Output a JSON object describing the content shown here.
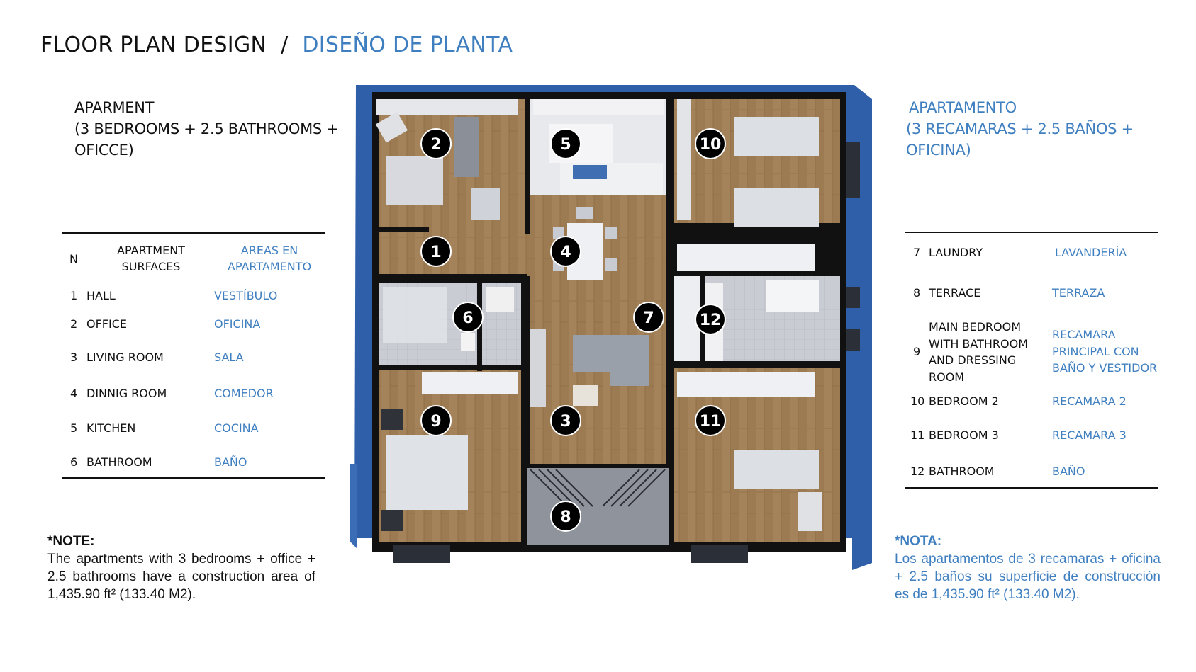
{
  "title": {
    "en": "FLOOR PLAN DESIGN",
    "sep": "/",
    "es": "DISEÑO DE PLANTA"
  },
  "heading_en": [
    "APARMENT",
    "(3 BEDROOMS + 2.5 BATHROOMS +",
    "OFICCE)"
  ],
  "heading_es": [
    "APARTAMENTO",
    "(3 RECAMARAS + 2.5 BAÑOS +",
    "OFICINA)"
  ],
  "left_table": {
    "col_n": "N",
    "col_en": [
      "APARTMENT",
      "SURFACES"
    ],
    "col_es": [
      "AREAS EN",
      "APARTAMENTO"
    ],
    "rows": [
      {
        "n": "1",
        "en": "HALL",
        "es": "VESTÍBULO"
      },
      {
        "n": "2",
        "en": "OFFICE",
        "es": "OFICINA"
      },
      {
        "n": "3",
        "en": "LIVING ROOM",
        "es": "SALA"
      },
      {
        "n": "4",
        "en": "DINNIG ROOM",
        "es": "COMEDOR"
      },
      {
        "n": "5",
        "en": "KITCHEN",
        "es": "COCINA"
      },
      {
        "n": "6",
        "en": "BATHROOM",
        "es": "BAÑO"
      }
    ]
  },
  "right_table": {
    "rows": [
      {
        "n": "7",
        "en": [
          "LAUNDRY"
        ],
        "es": [
          "LAVANDERÍA"
        ]
      },
      {
        "n": "8",
        "en": [
          "TERRACE"
        ],
        "es": [
          "TERRAZA"
        ]
      },
      {
        "n": "9",
        "en": [
          "MAIN BEDROOM",
          "WITH BATHROOM",
          "AND DRESSING",
          "ROOM"
        ],
        "es": [
          "RECAMARA",
          "PRINCIPAL CON",
          "BAÑO Y VESTIDOR"
        ]
      },
      {
        "n": "10",
        "en": [
          "BEDROOM 2"
        ],
        "es": [
          "RECAMARA 2"
        ]
      },
      {
        "n": "11",
        "en": [
          "BEDROOM 3"
        ],
        "es": [
          "RECAMARA 3"
        ]
      },
      {
        "n": "12",
        "en": [
          "BATHROOM"
        ],
        "es": [
          "BAÑO"
        ]
      }
    ]
  },
  "note_en": {
    "label": "*NOTE:",
    "text": "The apartments with 3 bedrooms + office + 2.5 bathrooms have a construction area of 1,435.90 ft² (133.40 M2)."
  },
  "note_es": {
    "label": "*NOTA:",
    "text": "Los apartamentos de 3 recamaras + oficina + 2.5 baños su superficie de construcción es de 1,435.90 ft² (133.40 M2)."
  },
  "plan_badges": [
    "1",
    "2",
    "3",
    "4",
    "5",
    "6",
    "7",
    "8",
    "9",
    "10",
    "11",
    "12"
  ],
  "colors": {
    "accent": "#3f7fc0",
    "wall": "#111111",
    "wood": "#9c7a52",
    "shadow": "#2f5fa8"
  }
}
